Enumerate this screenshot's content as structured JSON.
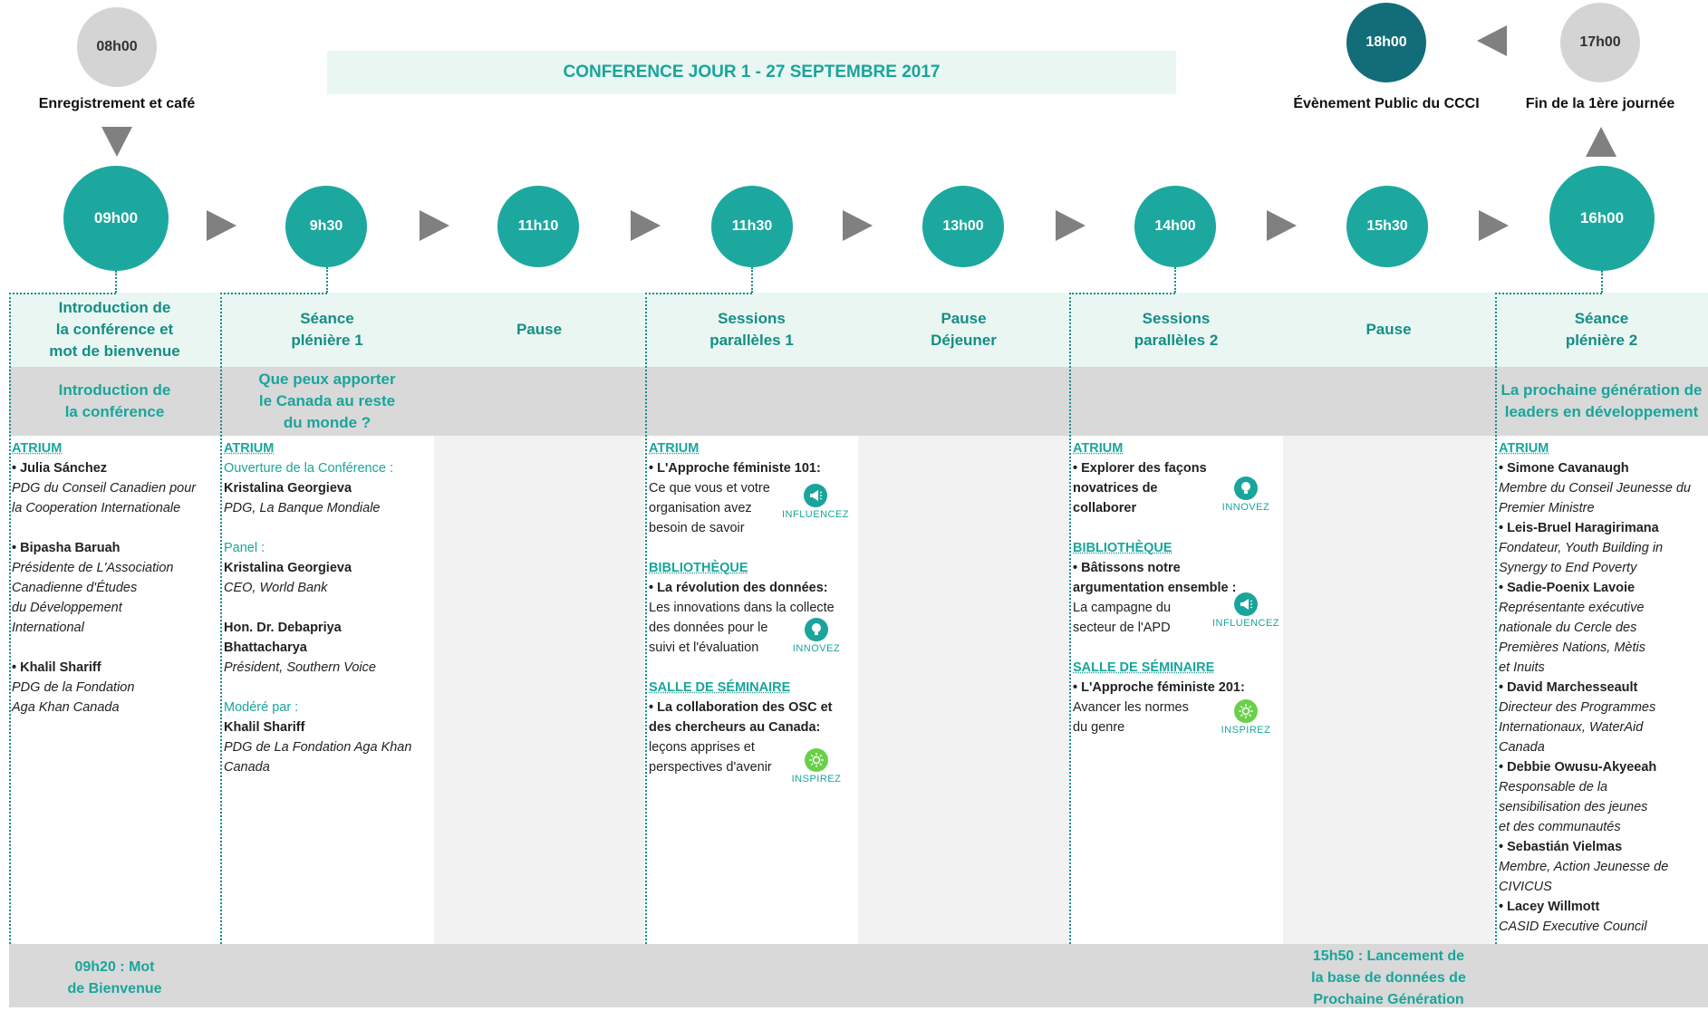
{
  "header": {
    "title": "CONFERENCE JOUR 1 - 27 SEPTEMBRE 2017"
  },
  "top_events": {
    "start": {
      "time": "08h00",
      "label": "Enregistrement et café"
    },
    "public": {
      "time": "18h00",
      "label": "Évènement Public du CCCI"
    },
    "end": {
      "time": "17h00",
      "label": "Fin de la 1ère journée"
    }
  },
  "timeline": [
    "09h00",
    "9h30",
    "11h10",
    "11h30",
    "13h00",
    "14h00",
    "15h30",
    "16h00"
  ],
  "sessions": [
    {
      "title": [
        "Introduction de",
        "la conférence et",
        "mot de bienvenue"
      ],
      "sub": [
        "Introduction de",
        "la conférence"
      ]
    },
    {
      "title": [
        "Séance",
        "plénière 1"
      ],
      "sub": [
        "Que peux apporter",
        "le Canada au reste",
        "du monde ?"
      ]
    },
    {
      "title": [
        "Pause"
      ],
      "sub": []
    },
    {
      "title": [
        "Sessions",
        "parallèles 1"
      ],
      "sub": []
    },
    {
      "title": [
        "Pause",
        "Déjeuner"
      ],
      "sub": []
    },
    {
      "title": [
        "Sessions",
        "parallèles 2"
      ],
      "sub": []
    },
    {
      "title": [
        "Pause"
      ],
      "sub": []
    },
    {
      "title": [
        "Séance",
        "plénière 2"
      ],
      "sub": [
        "La prochaine génération de",
        "leaders en développement"
      ]
    }
  ],
  "col1": {
    "room": "ATRIUM",
    "p1_name": "• Julia Sánchez",
    "p1_role": [
      "PDG du Conseil Canadien pour",
      "la Cooperation Internationale"
    ],
    "p2_name": "• Bipasha Baruah",
    "p2_role": [
      "Présidente de L'Association",
      "Canadienne d'Études",
      "du Développement",
      "International"
    ],
    "p3_name": "•  Khalil Shariff",
    "p3_role": [
      "PDG de la Fondation",
      "Aga Khan Canada"
    ]
  },
  "col2": {
    "room": "ATRIUM",
    "opening_label": "Ouverture de la Conférence :",
    "opening_name": "Kristalina Georgieva",
    "opening_role": "PDG, La Banque Mondiale",
    "panel_label": "Panel :",
    "panel1_name": "Kristalina Georgieva",
    "panel1_role": "CEO, World Bank",
    "panel2_name": [
      "Hon. Dr. Debapriya",
      "Bhattacharya"
    ],
    "panel2_role": "Président, Southern Voice",
    "mod_label": "Modéré par :",
    "mod_name": "Khalil Shariff",
    "mod_role": [
      "PDG de La Fondation Aga Khan",
      "Canada"
    ]
  },
  "col4": {
    "a_room": "ATRIUM",
    "a_title": "• L'Approche féministe 101:",
    "a_desc": [
      "Ce que vous et votre",
      "organisation avez",
      "besoin de savoir"
    ],
    "a_badge": "INFLUENCEZ",
    "b_room": "BIBLIOTHÈQUE",
    "b_title": "• La révolution des données:",
    "b_desc": [
      "Les innovations dans la collecte",
      "des données pour le",
      "suivi et l'évaluation"
    ],
    "b_badge": "INNOVEZ",
    "c_room": "SALLE DE SÉMINAIRE",
    "c_title": [
      "• La collaboration des OSC et",
      "des chercheurs au Canada:"
    ],
    "c_desc": [
      "leçons apprises et",
      "perspectives d'avenir"
    ],
    "c_badge": "INSPIREZ"
  },
  "col6": {
    "a_room": "ATRIUM",
    "a_title": [
      "• Explorer des façons",
      "novatrices de",
      "collaborer"
    ],
    "a_badge": "INNOVEZ",
    "b_room": "BIBLIOTHÈQUE",
    "b_title": [
      "• Bâtissons notre",
      "argumentation ensemble :"
    ],
    "b_desc": [
      "La campagne du",
      "secteur de l'APD"
    ],
    "b_badge": "INFLUENCEZ",
    "c_room": "SALLE DE SÉMINAIRE",
    "c_title": "• L'Approche féministe 201:",
    "c_desc": [
      "Avancer les normes",
      "du genre"
    ],
    "c_badge": "INSPIREZ"
  },
  "col8": {
    "room": "ATRIUM",
    "people": [
      {
        "name": "• Simone Cavanaugh",
        "role": [
          "Membre du Conseil Jeunesse du",
          "Premier Ministre"
        ]
      },
      {
        "name": "• Leis-Bruel Haragirimana",
        "role": [
          "Fondateur, Youth Building in",
          "Synergy to End Poverty"
        ]
      },
      {
        "name": "• Sadie-Poenix Lavoie",
        "role": [
          "Représentante exécutive",
          "nationale du Cercle des",
          "Premières Nations, Mètis",
          "et Inuits"
        ]
      },
      {
        "name": "• David Marchesseault",
        "role": [
          "Directeur des Programmes",
          "Internationaux, WaterAid",
          "Canada"
        ]
      },
      {
        "name": "• Debbie Owusu-Akyeeah",
        "role": [
          "Responsable de la",
          "sensibilisation des jeunes",
          "et des communautés"
        ]
      },
      {
        "name": "• Sebastián Vielmas",
        "role": [
          "Membre, Action Jeunesse de",
          "CIVICUS"
        ]
      },
      {
        "name": "• Lacey Willmott",
        "role": [
          "CASID Executive Council"
        ]
      }
    ]
  },
  "footer": {
    "left": [
      "09h20 : Mot",
      "de Bienvenue"
    ],
    "right": [
      "15h50 : Lancement de",
      "la base de données de",
      "Prochaine Génération"
    ]
  },
  "colors": {
    "teal": "#1ca89f",
    "dark_teal": "#136d79",
    "grey": "#d4d4d4",
    "arrow": "#808080"
  },
  "icons": {
    "influencez": "megaphone-icon",
    "innovez": "lightbulb-icon",
    "inspirez": "sun-icon"
  }
}
